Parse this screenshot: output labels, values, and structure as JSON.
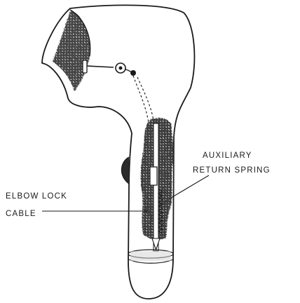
{
  "labels": {
    "auxiliary_line1": "AUXILIARY",
    "auxiliary_line2": "RETURN SPRING",
    "elbow_line1": "ELBOW LOCK",
    "elbow_line2": "CABLE"
  },
  "colors": {
    "ink": "#1a1a1a",
    "stipple": "#2b2b2b",
    "paper": "#ffffff"
  }
}
